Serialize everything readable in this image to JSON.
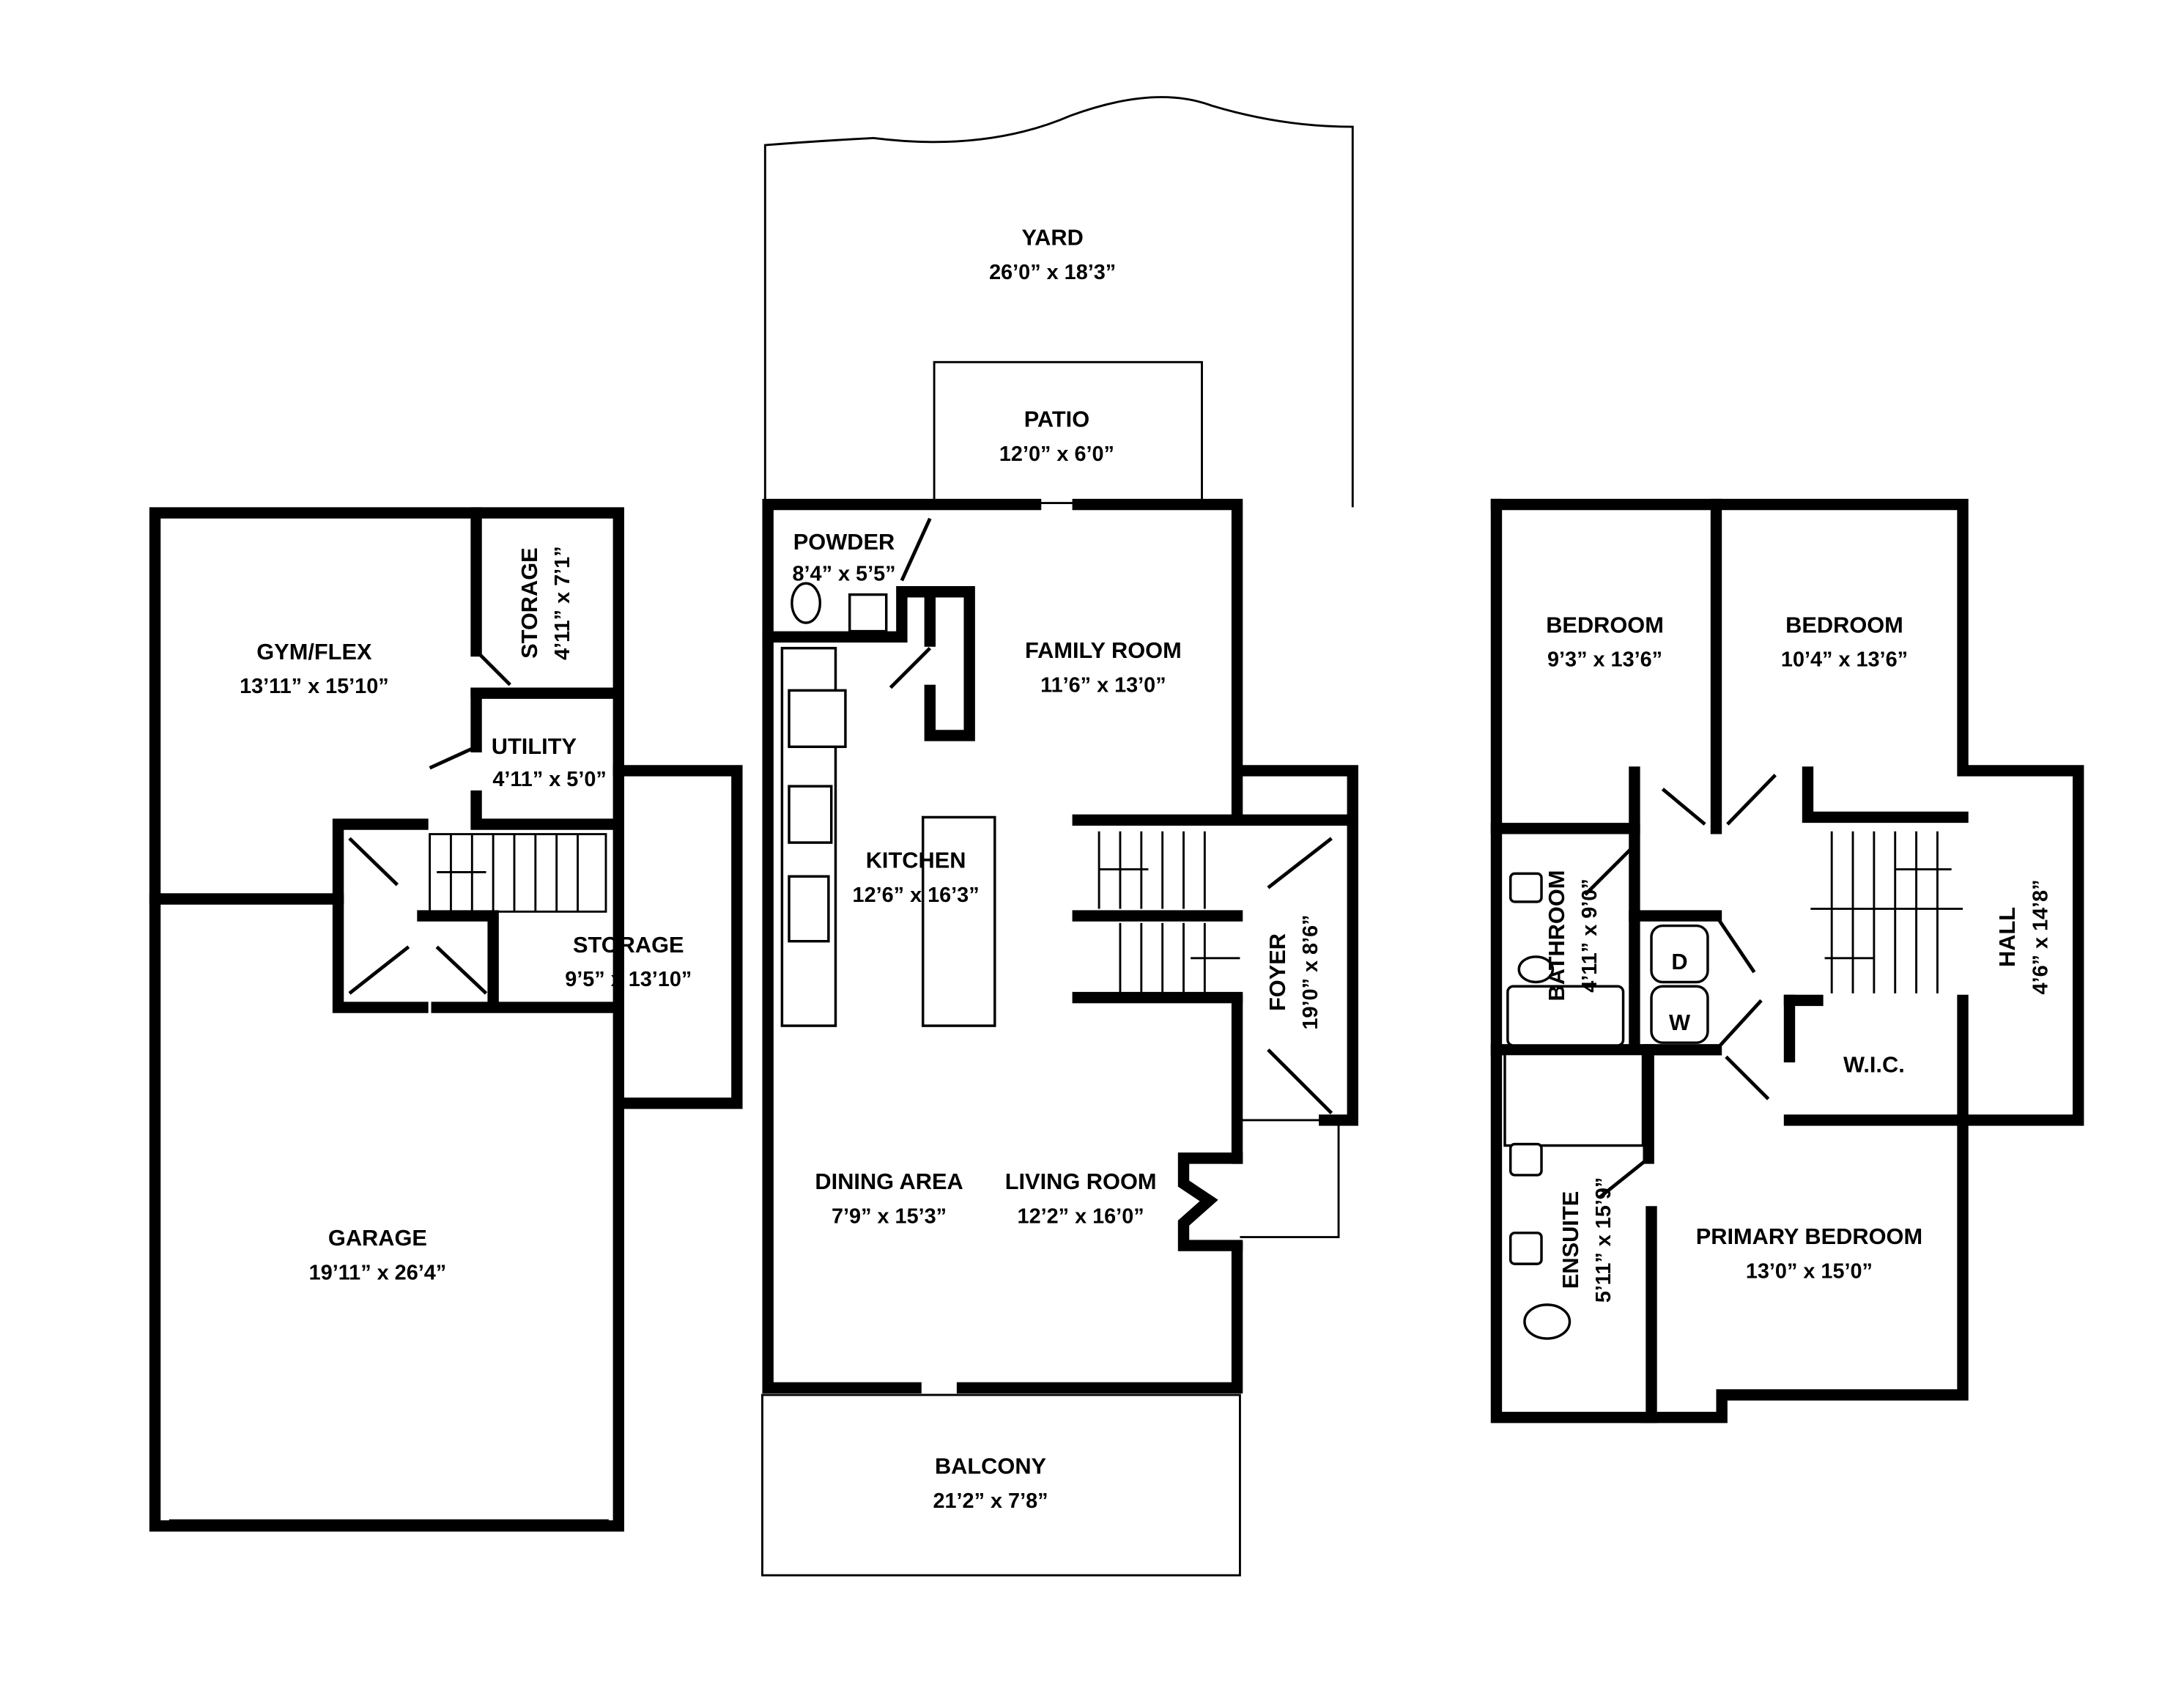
{
  "floors": {
    "lower": {
      "rooms": [
        {
          "name": "GYM/FLEX",
          "size": "13’11” x 15’10”"
        },
        {
          "name": "STORAGE",
          "size": "4’11” x 7’1”"
        },
        {
          "name": "UTILITY",
          "size": "4’11” x 5’0”"
        },
        {
          "name": "STORAGE",
          "size": "9’5” x 13’10”"
        },
        {
          "name": "GARAGE",
          "size": "19’11” x 26’4”"
        }
      ]
    },
    "main": {
      "rooms": [
        {
          "name": "YARD",
          "size": "26’0” x 18’3”"
        },
        {
          "name": "PATIO",
          "size": "12’0” x 6’0”"
        },
        {
          "name": "POWDER",
          "size": "8’4” x 5’5”"
        },
        {
          "name": "FAMILY ROOM",
          "size": "11’6” x 13’0”"
        },
        {
          "name": "KITCHEN",
          "size": "12’6” x 16’3”"
        },
        {
          "name": "FOYER",
          "size": "19’0” x 8’6”"
        },
        {
          "name": "DINING AREA",
          "size": "7’9” x 15’3”"
        },
        {
          "name": "LIVING ROOM",
          "size": "12’2” x 16’0”"
        },
        {
          "name": "BALCONY",
          "size": "21’2” x 7’8”"
        }
      ]
    },
    "upper": {
      "rooms": [
        {
          "name": "BEDROOM",
          "size": "9’3” x 13’6”"
        },
        {
          "name": "BEDROOM",
          "size": "10’4” x 13’6”"
        },
        {
          "name": "BATHROOM",
          "size": "4’11” x 9’0”"
        },
        {
          "name": "HALL",
          "size": "4’6” x 14’8”"
        },
        {
          "name": "W.I.C.",
          "size": ""
        },
        {
          "name": "ENSUITE",
          "size": "5’11” x 15’9”"
        },
        {
          "name": "PRIMARY BEDROOM",
          "size": "13’0” x 15’0”"
        }
      ],
      "appliances": {
        "dryer": "D",
        "washer": "W"
      }
    }
  }
}
